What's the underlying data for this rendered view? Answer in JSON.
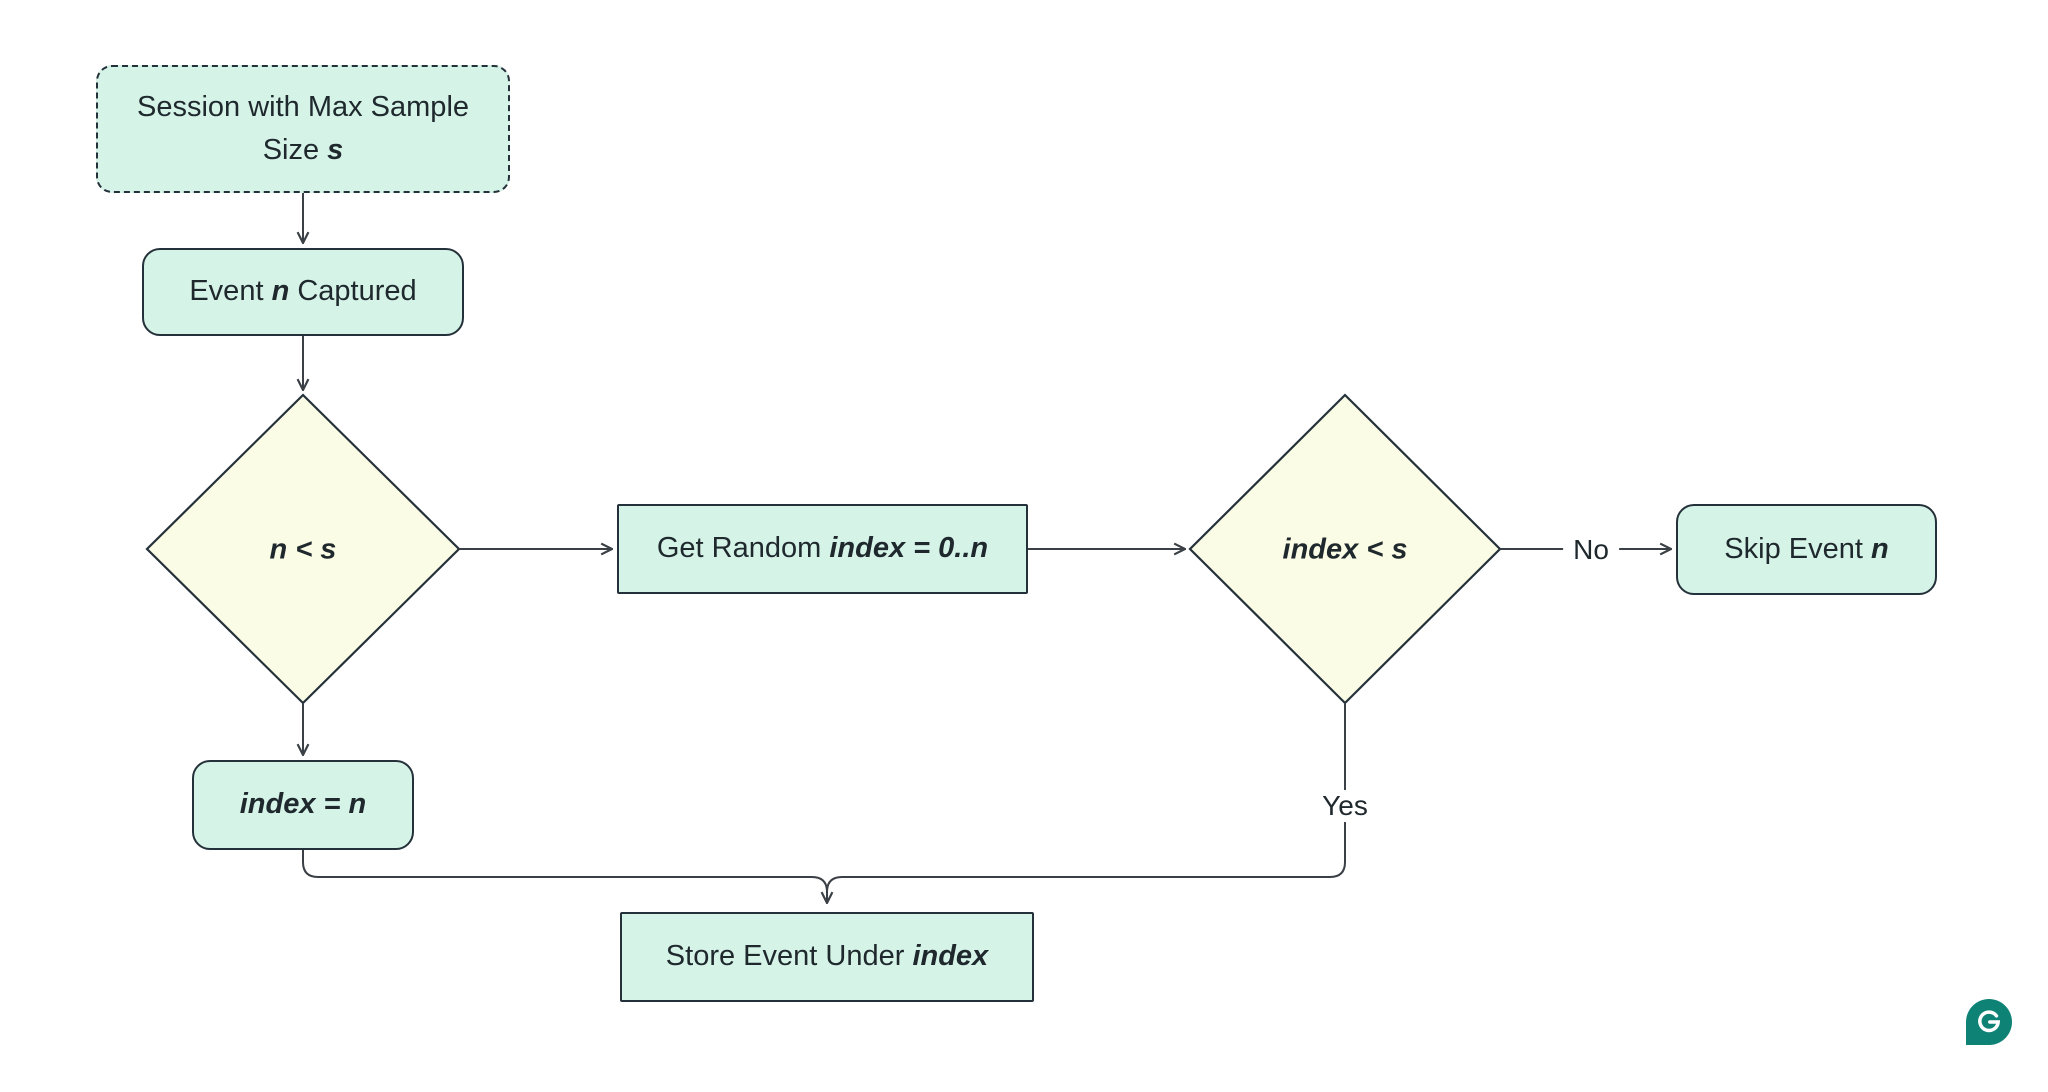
{
  "theme": {
    "bg": "#ffffff",
    "node_fill": "#d5f3e7",
    "node_border": "#25313a",
    "diamond_fill": "#fbfce5",
    "edge_color": "#3a4045",
    "text_color": "#1e282d",
    "brand_green": "#0f8276"
  },
  "nodes": {
    "session": {
      "pre": "Session with Max Sample Size ",
      "em": "s",
      "post": ""
    },
    "event": {
      "pre": "Event ",
      "em": "n",
      "post": " Captured"
    },
    "decide_n": {
      "pre": "",
      "em": "n < s",
      "post": ""
    },
    "get_random": {
      "pre": "Get Random ",
      "em": "index = 0..n",
      "post": ""
    },
    "decide_index": {
      "pre": "",
      "em": "index < s",
      "post": ""
    },
    "skip": {
      "pre": "Skip Event ",
      "em": "n",
      "post": ""
    },
    "index_n": {
      "pre": "",
      "em": "index = n",
      "post": ""
    },
    "store": {
      "pre": "Store Event Under ",
      "em": "index",
      "post": ""
    }
  },
  "edge_labels": {
    "no": "No",
    "yes": "Yes"
  }
}
